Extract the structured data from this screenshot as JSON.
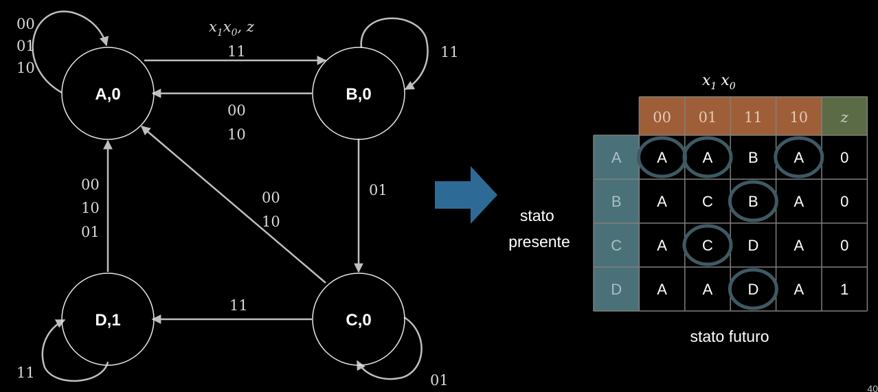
{
  "state_diagram": {
    "nodes": [
      {
        "id": "A",
        "label": "A,0"
      },
      {
        "id": "B",
        "label": "B,0"
      },
      {
        "id": "C",
        "label": "C,0"
      },
      {
        "id": "D",
        "label": "D,1"
      }
    ],
    "header_label": {
      "x1": "x",
      "x1_sub": "1",
      "x0": "x",
      "x0_sub": "0",
      "z": ", z"
    },
    "labels": {
      "a_self": [
        "00",
        "01",
        "10"
      ],
      "a_to_b": "11",
      "b_to_a": [
        "00",
        "10"
      ],
      "b_self": "11",
      "b_to_c": "01",
      "c_to_a": [
        "00",
        "10"
      ],
      "c_to_d": "11",
      "c_self": "01",
      "d_to_a": [
        "00",
        "10",
        "01"
      ],
      "d_self": "11"
    }
  },
  "transform_arrow": {
    "color": "#2e6a96"
  },
  "table": {
    "input_title": {
      "x1": "x",
      "x1_sub": "1",
      "x0": "x",
      "x0_sub": "0"
    },
    "input_headers": [
      "00",
      "01",
      "11",
      "10"
    ],
    "output_header": "z",
    "row_title": [
      "stato",
      "presente"
    ],
    "bottom_title": "stato futuro",
    "rows": [
      {
        "state": "A",
        "next": [
          "A",
          "A",
          "B",
          "A"
        ],
        "z": "0",
        "circled": [
          true,
          true,
          false,
          true
        ]
      },
      {
        "state": "B",
        "next": [
          "A",
          "C",
          "B",
          "A"
        ],
        "z": "0",
        "circled": [
          false,
          false,
          true,
          false
        ]
      },
      {
        "state": "C",
        "next": [
          "A",
          "C",
          "D",
          "A"
        ],
        "z": "0",
        "circled": [
          false,
          true,
          false,
          false
        ]
      },
      {
        "state": "D",
        "next": [
          "A",
          "A",
          "D",
          "A"
        ],
        "z": "1",
        "circled": [
          false,
          false,
          true,
          false
        ]
      }
    ],
    "colors": {
      "input_header_bg": "#9e5f38",
      "output_header_bg": "#5b6b46",
      "row_header_bg": "#4a7177",
      "circle_stroke": "#3e5963",
      "grid_line": "#7f7f7f"
    }
  },
  "page_number": "40"
}
